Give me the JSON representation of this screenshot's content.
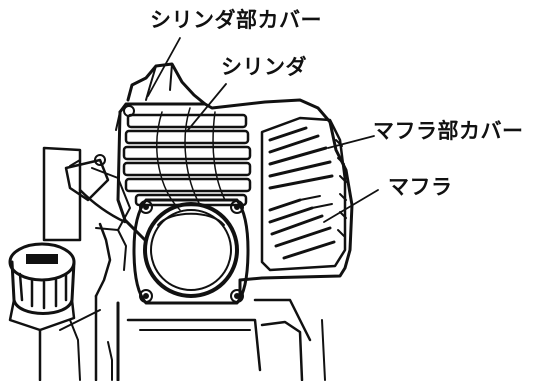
{
  "labels": {
    "cylinder_cover": "シリンダ部カバー",
    "cylinder": "シリンダ",
    "muffler_cover": "マフラ部カバー",
    "muffler": "マフラ"
  },
  "colors": {
    "ink": "#111111",
    "background": "#ffffff"
  }
}
